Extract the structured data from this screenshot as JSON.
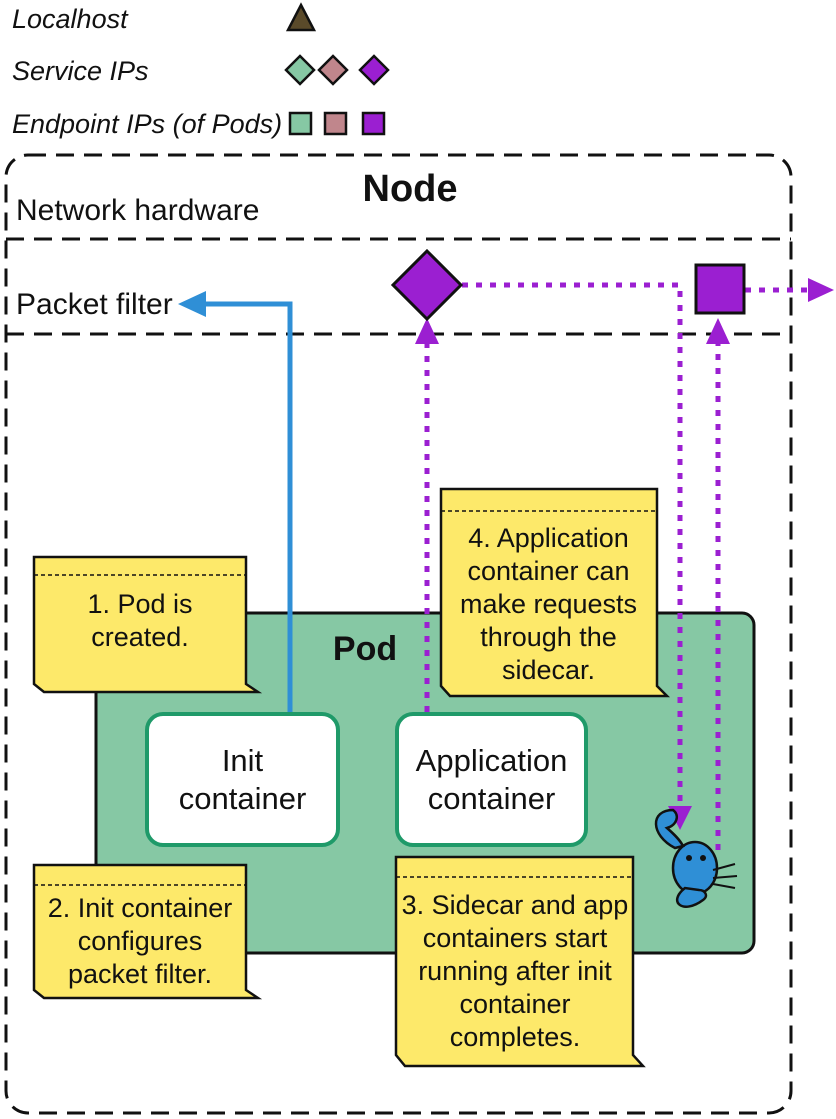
{
  "legend": {
    "localhost": "Localhost",
    "service_ips": "Service IPs",
    "endpoint_ips": "Endpoint IPs (of Pods)"
  },
  "node": {
    "title": "Node",
    "network_hardware": "Network hardware",
    "packet_filter": "Packet filter"
  },
  "pod": {
    "title": "Pod",
    "init_container": "Init container",
    "application_container": "Application container"
  },
  "notes": [
    "1. Pod is created.",
    "2. Init container configures packet filter.",
    "3. Sidecar and app containers start running after init container completes.",
    "4. Application container can make requests through the sidecar."
  ],
  "colors": {
    "pod_fill": "#86c8a4",
    "container_border": "#1f9a69",
    "note_fill": "#fde96a",
    "purple": "#9b1fd1",
    "blue_arrow": "#2f8fd6",
    "teal_marker": "#86c8a4",
    "rose_marker": "#c0868c",
    "localhost_triangle": "#5a4a2a"
  },
  "icons": {
    "sidecar": "crab-mascot-icon"
  }
}
